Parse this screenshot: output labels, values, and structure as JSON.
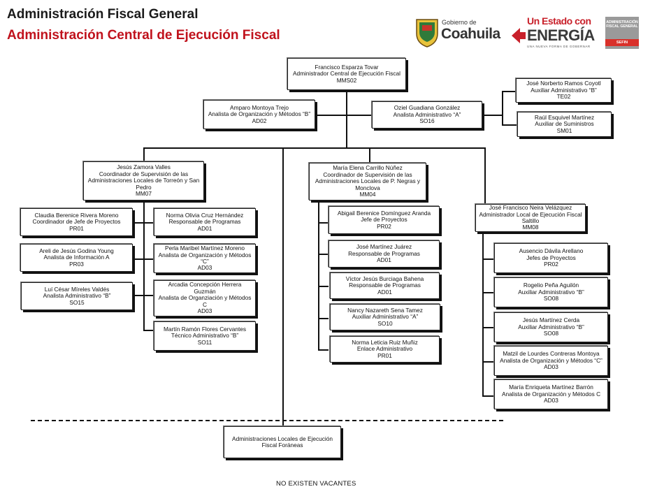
{
  "header": {
    "title": "Administración Fiscal General",
    "subtitle": "Administración Central de Ejecución Fiscal"
  },
  "logos": {
    "coahuila_small": "Gobierno de",
    "coahuila_big": "Coahuila",
    "energia_top": "Un Estado con",
    "energia_big": "ENERGÍA",
    "energia_tag": "UNA NUEVA FORMA DE GOBERNAR",
    "afg_top": "ADMINISTRACIÓN FISCAL GENERAL",
    "afg_bottom": "SEFIN"
  },
  "nodes": {
    "root": {
      "name": "Francisco Esparza Tovar",
      "role": "Administrador Central de Ejecución Fiscal",
      "code": "MMS02"
    },
    "amparo": {
      "name": "Amparo Montoya Trejo",
      "role": "Analista de Organización y Métodos “B”",
      "code": "AD02"
    },
    "oziel": {
      "name": "Oziel Guadiana González",
      "role": "Analista Administrativo “A”",
      "code": "SO16"
    },
    "norberto": {
      "name": "José Norberto Ramos Coyotl",
      "role": "Auxiliar Administrativo “B”",
      "code": "TE02"
    },
    "raul": {
      "name": "Raúl Esquivel Martínez",
      "role": "Auxiliar de Suministros",
      "code": "SM01"
    },
    "jesus_zamora": {
      "name": "Jesús Zamora Valles",
      "role": "Coordinador de Supervisión de las Administraciones Locales de Torreón y San Pedro",
      "code": "MM07"
    },
    "maria_elena": {
      "name": "María Elena Carrillo Núñez",
      "role": "Coordinador de Supervisión de las Administraciones Locales de P. Negras y Monclova",
      "code": "MM04"
    },
    "claudia": {
      "name": "Claudia Berenice Rivera Moreno",
      "role": "Coordinador de Jefe de Proyectos",
      "code": "PR01"
    },
    "areli": {
      "name": "Areli de Jesús Godina Young",
      "role": "Analista de Información A",
      "code": "PR03"
    },
    "luicesar": {
      "name": "Luí César Míreles Valdés",
      "role": "Analista Administrativo “B”",
      "code": "SO15"
    },
    "norma_olivia": {
      "name": "Norma Olivia Cruz Hernández",
      "role": "Responsable de Programas",
      "code": "AD01"
    },
    "perla": {
      "name": "Perla Maribel Martínez Moreno",
      "role": "Analista de Organización y Métodos “C”",
      "code": "AD03"
    },
    "arcadia": {
      "name": "Arcadia Concepción Herrera Guzmán",
      "role": "Analista de Organziación y Métodos C",
      "code": "AD03"
    },
    "martin": {
      "name": "Martín Ramón Flores Cervantes",
      "role": "Técnico Administrativo “B”",
      "code": "SO11"
    },
    "abigail": {
      "name": "Abigail Berenice Domínguez Aranda",
      "role": "Jefe de Proyectos",
      "code": "PR02"
    },
    "jose_mj": {
      "name": "José Martínez Juárez",
      "role": "Responsable de Programas",
      "code": "AD01"
    },
    "victor": {
      "name": "Víctor Jesús Burciaga Bahena",
      "role": "Responsable de Programas",
      "code": "AD01"
    },
    "nancy": {
      "name": "Nancy Nazareth Sena Tamez",
      "role": "Auxiliar Administrativo “A”",
      "code": "SO10"
    },
    "norma_leticia": {
      "name": "Norma Leticia Ruiz Muñiz",
      "role": "Enlace Administrativo",
      "code": "PR01"
    },
    "jose_neira": {
      "name": "José Francisco Neira Velázquez",
      "role": "Administrador Local de Ejecución Fiscal Saltillo",
      "code": "MM08"
    },
    "ausencio": {
      "name": "Ausencio Dávila Arellano",
      "role": "Jefes de Proyectos",
      "code": "PR02"
    },
    "rogelio": {
      "name": "Rogelio Peña Aguilón",
      "role": "Auxiliar Administrativo “B”",
      "code": "SO08"
    },
    "jesus_cerda": {
      "name": "Jesús Martínez Cerda",
      "role": "Auxiliar Administrativo “B”",
      "code": "SO08"
    },
    "matzil": {
      "name": "Matzil de Lourdes Contreras Montoya",
      "role": "Analista de Organización y Métodos “C”",
      "code": "AD03"
    },
    "maria_enriqueta": {
      "name": "María Enriqueta Martínez Barrón",
      "role": "Analista de Organización y Métodos C",
      "code": "AD03"
    },
    "foraneas": {
      "name": "Administraciones  Locales de Ejecución Fiscal Foráneas"
    }
  },
  "footer": "NO EXISTEN  VACANTES"
}
